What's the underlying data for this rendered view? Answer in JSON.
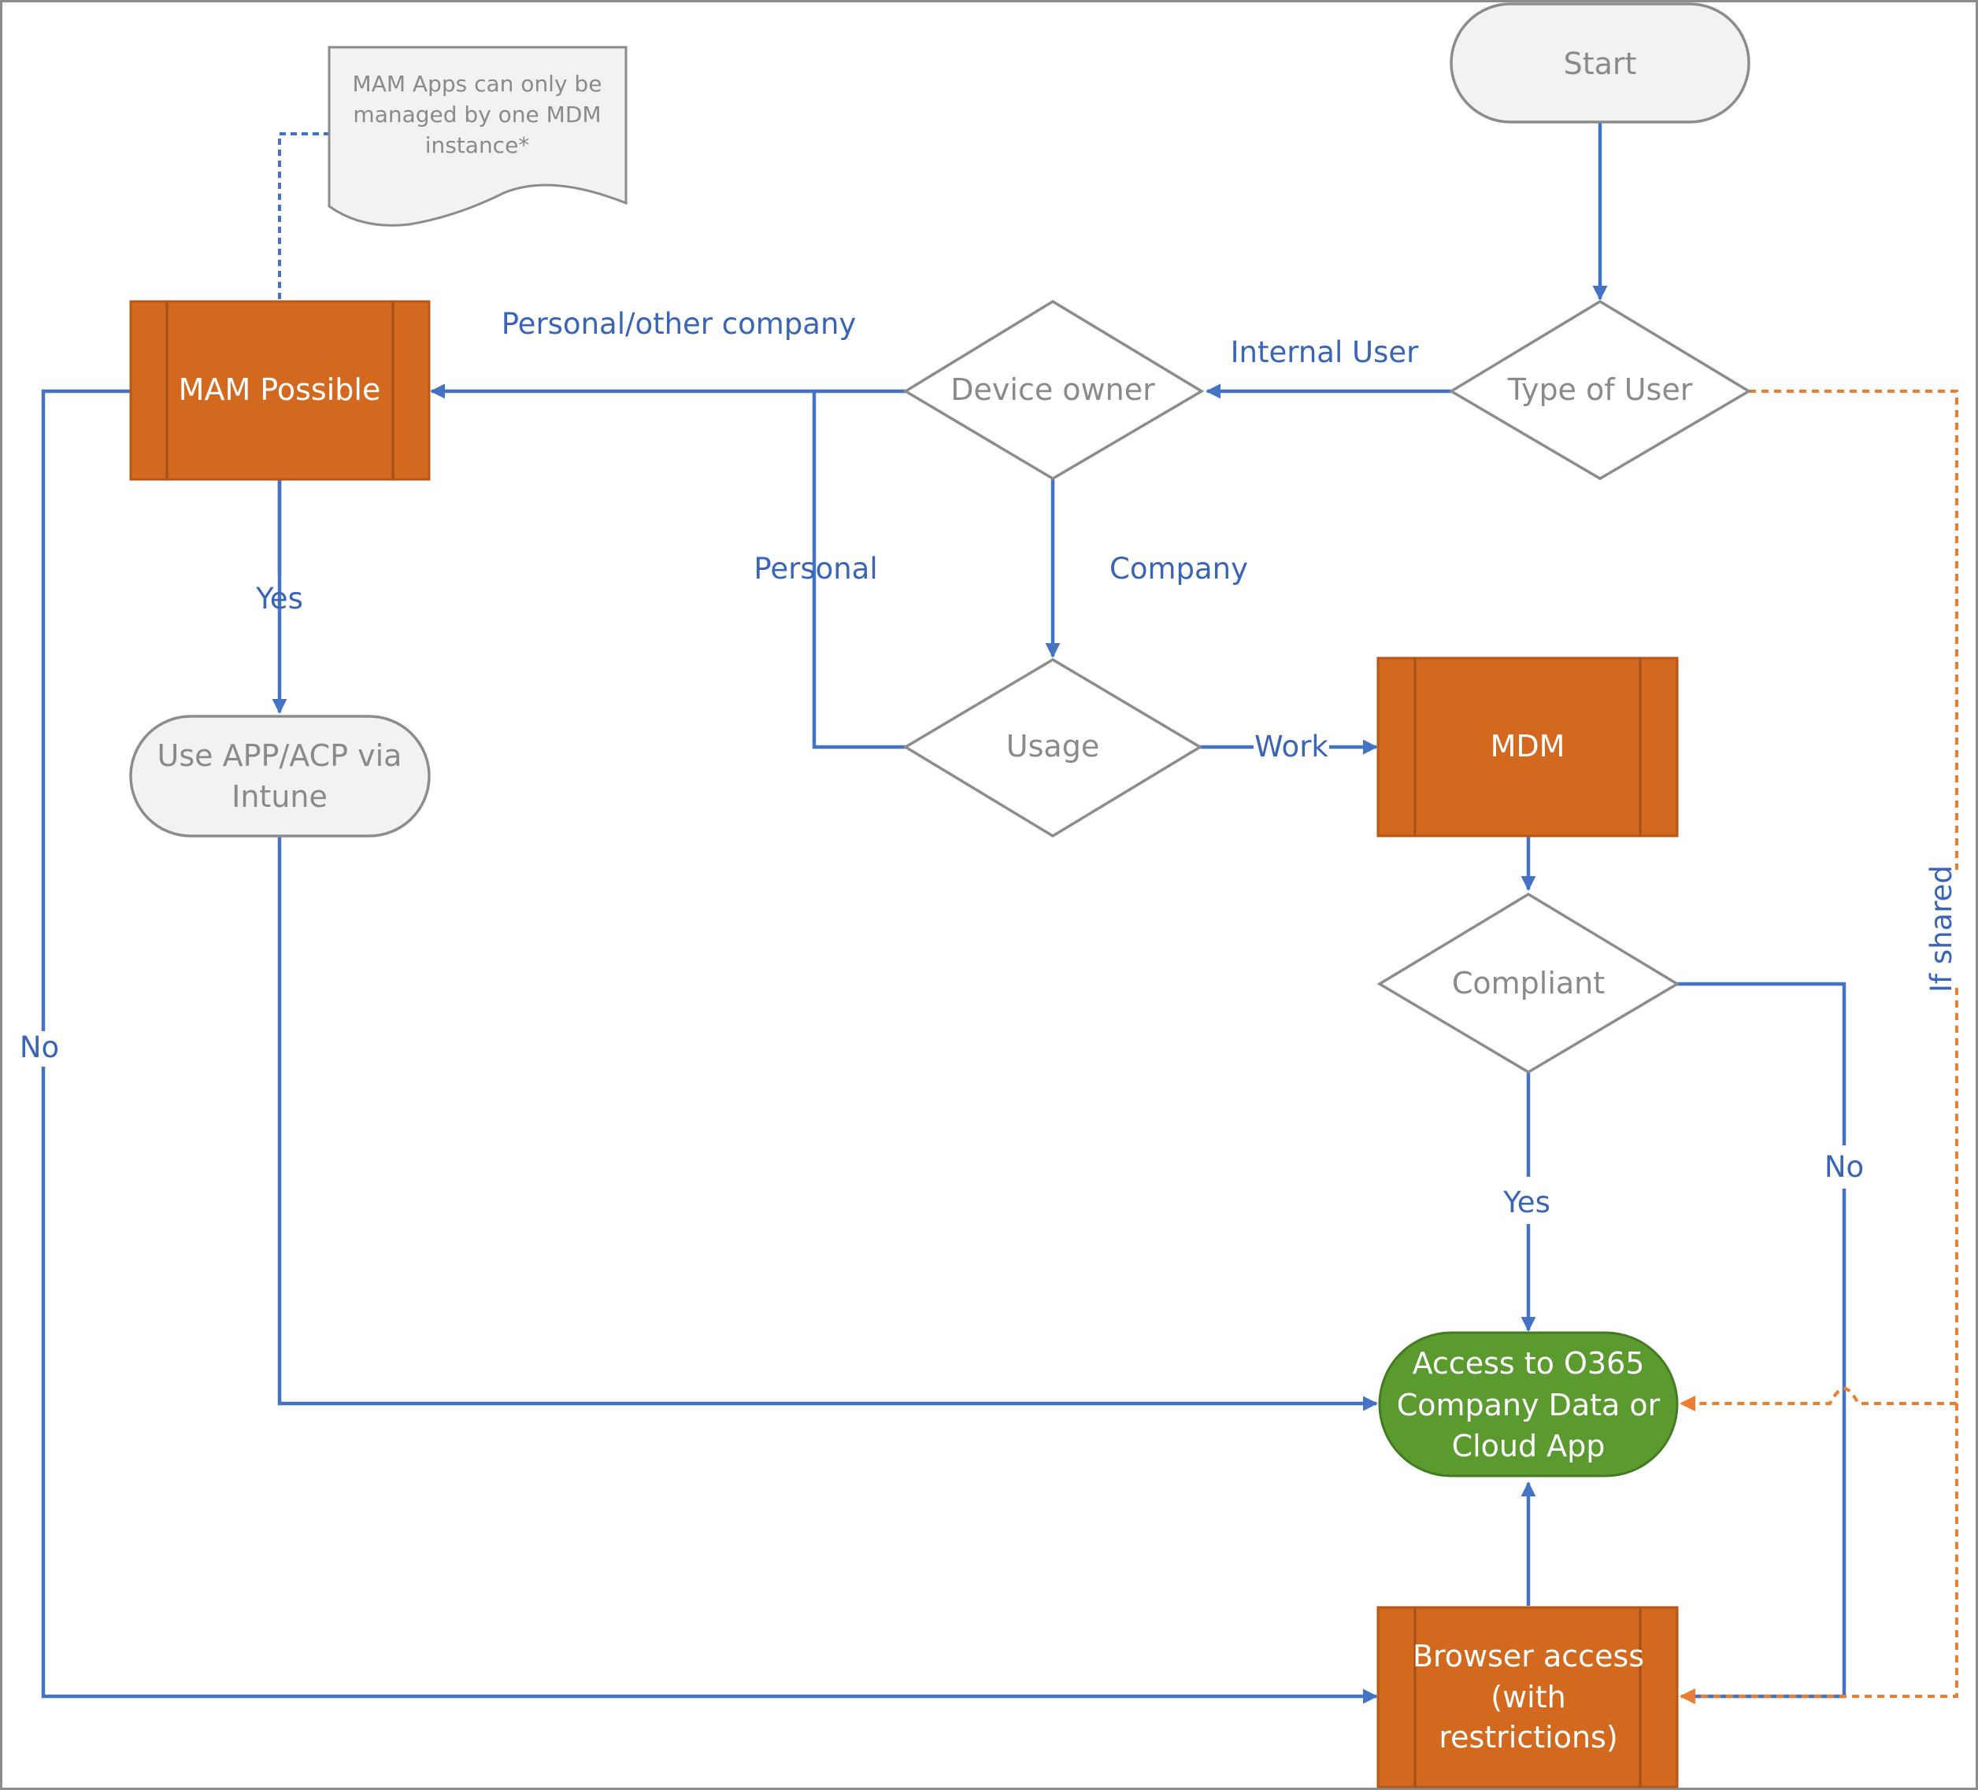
{
  "nodes": {
    "start": "Start",
    "type_of_user": "Type of User",
    "device_owner": "Device owner",
    "usage": "Usage",
    "mdm": "MDM",
    "compliant": "Compliant",
    "mam_possible": "MAM Possible",
    "use_app": [
      "Use APP/ACP via",
      "Intune"
    ],
    "access": [
      "Access to O365",
      "Company Data or",
      "Cloud App"
    ],
    "browser": [
      "Browser access",
      "(with",
      "restrictions)"
    ]
  },
  "note": [
    "MAM Apps can only be",
    "managed by one MDM",
    "instance*"
  ],
  "edge_labels": {
    "internal_user": "Internal User",
    "personal_other_company": "Personal/other company",
    "personal": "Personal",
    "company": "Company",
    "work": "Work",
    "yes_mam": "Yes",
    "no_mam": "No",
    "yes_compliant": "Yes",
    "no_compliant": "No",
    "if_shared": "If shared"
  },
  "colors": {
    "connector_blue": "#4472c4",
    "label_blue": "#3a64b5",
    "dotted_orange": "#ed7d31",
    "process_orange": "#d2691e",
    "terminal_green": "#5a9a2e",
    "outline_gray": "#8c8c8c",
    "text_gray": "#8a8a8a"
  }
}
